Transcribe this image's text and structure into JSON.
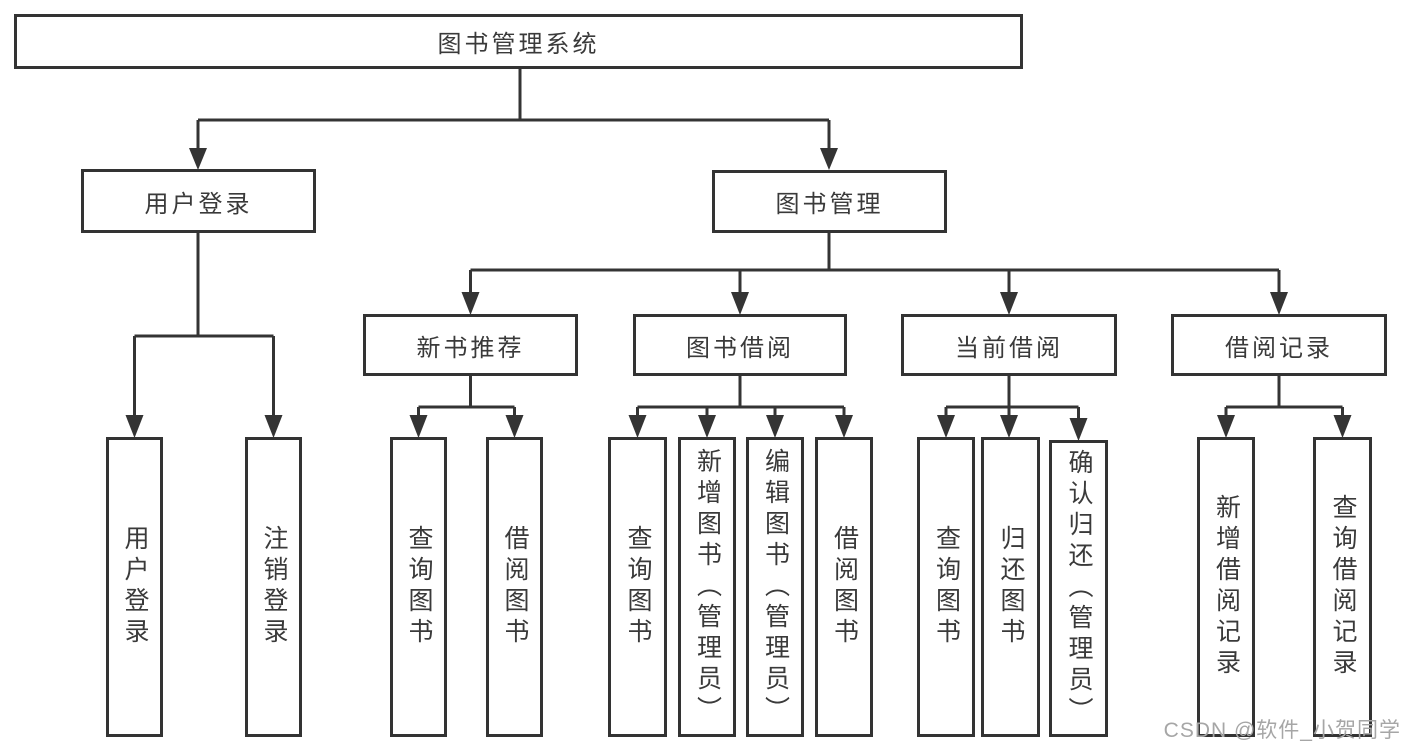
{
  "colors": {
    "background": "#ffffff",
    "box_border": "#333333",
    "connector_line": "#343434",
    "text": "#3a3a3a",
    "watermark": "#a6a6a6"
  },
  "diagram": {
    "root": {
      "label": "图书管理系统"
    },
    "branches": [
      {
        "label": "用户登录",
        "children": [
          {
            "label": "用户登录"
          },
          {
            "label": "注销登录"
          }
        ]
      },
      {
        "label": "图书管理",
        "children": [
          {
            "label": "新书推荐",
            "children": [
              {
                "label": "查询图书"
              },
              {
                "label": "借阅图书"
              }
            ]
          },
          {
            "label": "图书借阅",
            "children": [
              {
                "label": "查询图书"
              },
              {
                "label": "新增图书（管理员）"
              },
              {
                "label": "编辑图书（管理员）"
              },
              {
                "label": "借阅图书"
              }
            ]
          },
          {
            "label": "当前借阅",
            "children": [
              {
                "label": "查询图书"
              },
              {
                "label": "归还图书"
              },
              {
                "label": "确认归还（管理员）"
              }
            ]
          },
          {
            "label": "借阅记录",
            "children": [
              {
                "label": "新增借阅记录"
              },
              {
                "label": "查询借阅记录"
              }
            ]
          }
        ]
      }
    ]
  },
  "watermark": {
    "text": "CSDN @软件_小贺同学"
  }
}
